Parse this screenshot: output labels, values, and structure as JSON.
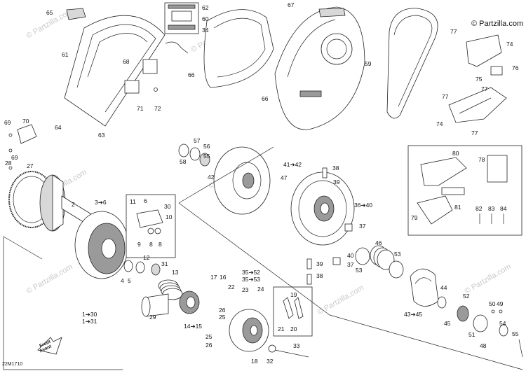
{
  "diagram": {
    "copyright": "© Partzilla.com",
    "drawing_number": "22M1710",
    "front_tag": [
      "Front",
      "Avant"
    ],
    "watermark_text": "© Partzilla.com",
    "callouts": [
      {
        "id": "65",
        "label": "65"
      },
      {
        "id": "62",
        "label": "62"
      },
      {
        "id": "60",
        "label": "60"
      },
      {
        "id": "34",
        "label": "34"
      },
      {
        "id": "67",
        "label": "67"
      },
      {
        "id": "61",
        "label": "61"
      },
      {
        "id": "68",
        "label": "68"
      },
      {
        "id": "71",
        "label": "71"
      },
      {
        "id": "72",
        "label": "72"
      },
      {
        "id": "63",
        "label": "63"
      },
      {
        "id": "64",
        "label": "64"
      },
      {
        "id": "66a",
        "label": "66"
      },
      {
        "id": "66b",
        "label": "66"
      },
      {
        "id": "59",
        "label": "59"
      },
      {
        "id": "77a",
        "label": "77"
      },
      {
        "id": "74a",
        "label": "74"
      },
      {
        "id": "76",
        "label": "76"
      },
      {
        "id": "75",
        "label": "75"
      },
      {
        "id": "77b",
        "label": "77"
      },
      {
        "id": "77c",
        "label": "77"
      },
      {
        "id": "74b",
        "label": "74"
      },
      {
        "id": "77d",
        "label": "77"
      },
      {
        "id": "69a",
        "label": "69"
      },
      {
        "id": "70",
        "label": "70"
      },
      {
        "id": "69b",
        "label": "69"
      },
      {
        "id": "28",
        "label": "28"
      },
      {
        "id": "27",
        "label": "27"
      },
      {
        "id": "2",
        "label": "2"
      },
      {
        "id": "3-6",
        "label": "3➔6"
      },
      {
        "id": "11",
        "label": "11"
      },
      {
        "id": "6",
        "label": "6"
      },
      {
        "id": "30",
        "label": "30"
      },
      {
        "id": "10",
        "label": "10"
      },
      {
        "id": "9",
        "label": "9"
      },
      {
        "id": "8a",
        "label": "8"
      },
      {
        "id": "8b",
        "label": "8"
      },
      {
        "id": "12",
        "label": "12"
      },
      {
        "id": "31",
        "label": "31"
      },
      {
        "id": "4",
        "label": "4"
      },
      {
        "id": "5",
        "label": "5"
      },
      {
        "id": "13",
        "label": "13"
      },
      {
        "id": "29",
        "label": "29"
      },
      {
        "id": "14-15",
        "label": "14➔15"
      },
      {
        "id": "1-30",
        "label": "1➔30"
      },
      {
        "id": "1-31",
        "label": "1➔31"
      },
      {
        "id": "57",
        "label": "57"
      },
      {
        "id": "56",
        "label": "56"
      },
      {
        "id": "55",
        "label": "55"
      },
      {
        "id": "58",
        "label": "58"
      },
      {
        "id": "42",
        "label": "42"
      },
      {
        "id": "41-42",
        "label": "41➔42"
      },
      {
        "id": "47",
        "label": "47"
      },
      {
        "id": "38a",
        "label": "38"
      },
      {
        "id": "39a",
        "label": "39"
      },
      {
        "id": "36-40",
        "label": "36➔40"
      },
      {
        "id": "37a",
        "label": "37"
      },
      {
        "id": "40",
        "label": "40"
      },
      {
        "id": "37b",
        "label": "37"
      },
      {
        "id": "39b",
        "label": "39"
      },
      {
        "id": "38b",
        "label": "38"
      },
      {
        "id": "46",
        "label": "46"
      },
      {
        "id": "53a",
        "label": "53"
      },
      {
        "id": "53b",
        "label": "53"
      },
      {
        "id": "35-52",
        "label": "35➔52"
      },
      {
        "id": "35-53",
        "label": "35➔53"
      },
      {
        "id": "22",
        "label": "22"
      },
      {
        "id": "17",
        "label": "17"
      },
      {
        "id": "16",
        "label": "16"
      },
      {
        "id": "23",
        "label": "23"
      },
      {
        "id": "24",
        "label": "24"
      },
      {
        "id": "26a",
        "label": "26"
      },
      {
        "id": "25a",
        "label": "25"
      },
      {
        "id": "25b",
        "label": "25"
      },
      {
        "id": "26b",
        "label": "26"
      },
      {
        "id": "18",
        "label": "18"
      },
      {
        "id": "19",
        "label": "19"
      },
      {
        "id": "21",
        "label": "21"
      },
      {
        "id": "20",
        "label": "20"
      },
      {
        "id": "32",
        "label": "32"
      },
      {
        "id": "33",
        "label": "33"
      },
      {
        "id": "80",
        "label": "80"
      },
      {
        "id": "78",
        "label": "78"
      },
      {
        "id": "81",
        "label": "81"
      },
      {
        "id": "79",
        "label": "79"
      },
      {
        "id": "82",
        "label": "82"
      },
      {
        "id": "83",
        "label": "83"
      },
      {
        "id": "84",
        "label": "84"
      },
      {
        "id": "44",
        "label": "44"
      },
      {
        "id": "43-45",
        "label": "43➔45"
      },
      {
        "id": "52",
        "label": "52"
      },
      {
        "id": "45",
        "label": "45"
      },
      {
        "id": "50",
        "label": "50"
      },
      {
        "id": "49",
        "label": "49"
      },
      {
        "id": "51",
        "label": "51"
      },
      {
        "id": "54",
        "label": "54"
      },
      {
        "id": "48",
        "label": "48"
      },
      {
        "id": "55b",
        "label": "55"
      }
    ]
  }
}
